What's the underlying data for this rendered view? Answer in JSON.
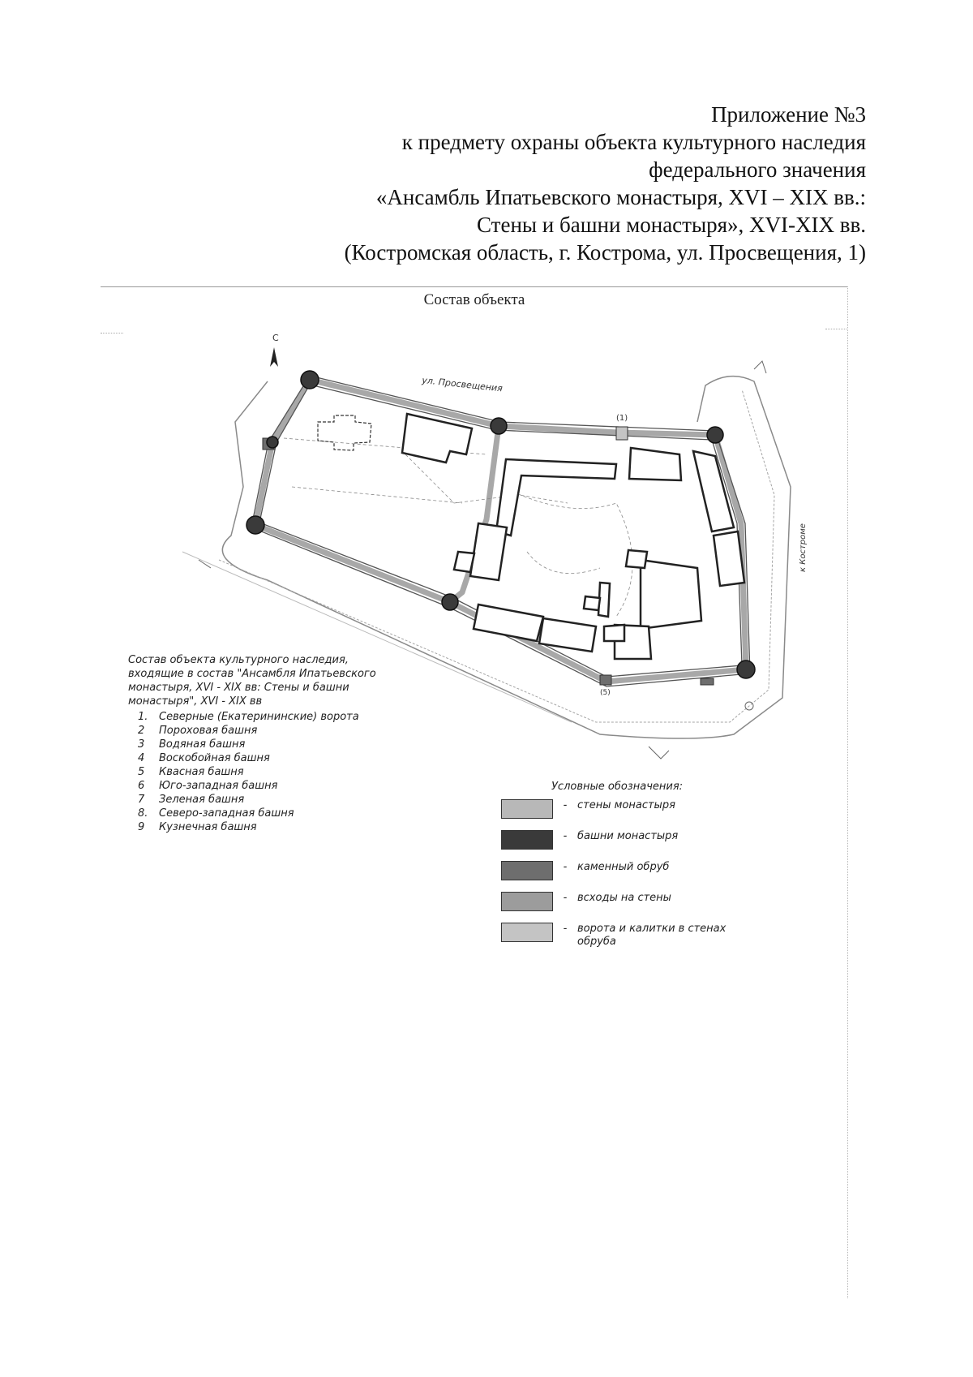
{
  "header": {
    "lines": [
      "Приложение №3",
      "к предмету охраны объекта культурного наследия",
      "федерального значения",
      "«Ансамбль Ипатьевского монастыря, XVI – XIX вв.:",
      "Стены и башни монастыря», XVI-XIX вв.",
      "(Костромская область, г. Кострома, ул. Просвещения, 1)"
    ]
  },
  "plan": {
    "title": "Состав объекта",
    "north_label": "С",
    "street_label": "ул. Просвещения",
    "side_street_label": "к Костроме",
    "gate_marker": "(1)",
    "bottom_marker": "(5)"
  },
  "composition": {
    "intro": "Состав объекта культурного наследия, входящие в состав \"Ансамбля Ипатьевского монастыря, XVI - XIX вв: Стены и башни монастыря\", XVI - XIX вв",
    "items": [
      {
        "num": "1.",
        "name": "Северные (Екатерининские) ворота"
      },
      {
        "num": "2",
        "name": "Пороховая башня"
      },
      {
        "num": "3",
        "name": "Водяная башня"
      },
      {
        "num": "4",
        "name": "Воскобойная башня"
      },
      {
        "num": "5",
        "name": "Квасная башня"
      },
      {
        "num": "6",
        "name": "Юго-западная башня"
      },
      {
        "num": "7",
        "name": "Зеленая башня"
      },
      {
        "num": "8.",
        "name": "Северо-западная башня"
      },
      {
        "num": "9",
        "name": "Кузнечная башня"
      }
    ]
  },
  "legend": {
    "title": "Условные обозначения:",
    "entries": [
      {
        "label": "стены монастыря",
        "color": "#b8b8b8"
      },
      {
        "label": "башни монастыря",
        "color": "#3a3a3a"
      },
      {
        "label": "каменный обруб",
        "color": "#6e6e6e"
      },
      {
        "label": "всходы на стены",
        "color": "#9c9c9c"
      },
      {
        "label": "ворота и калитки в стенах обруба",
        "color": "#c4c4c4"
      }
    ]
  }
}
